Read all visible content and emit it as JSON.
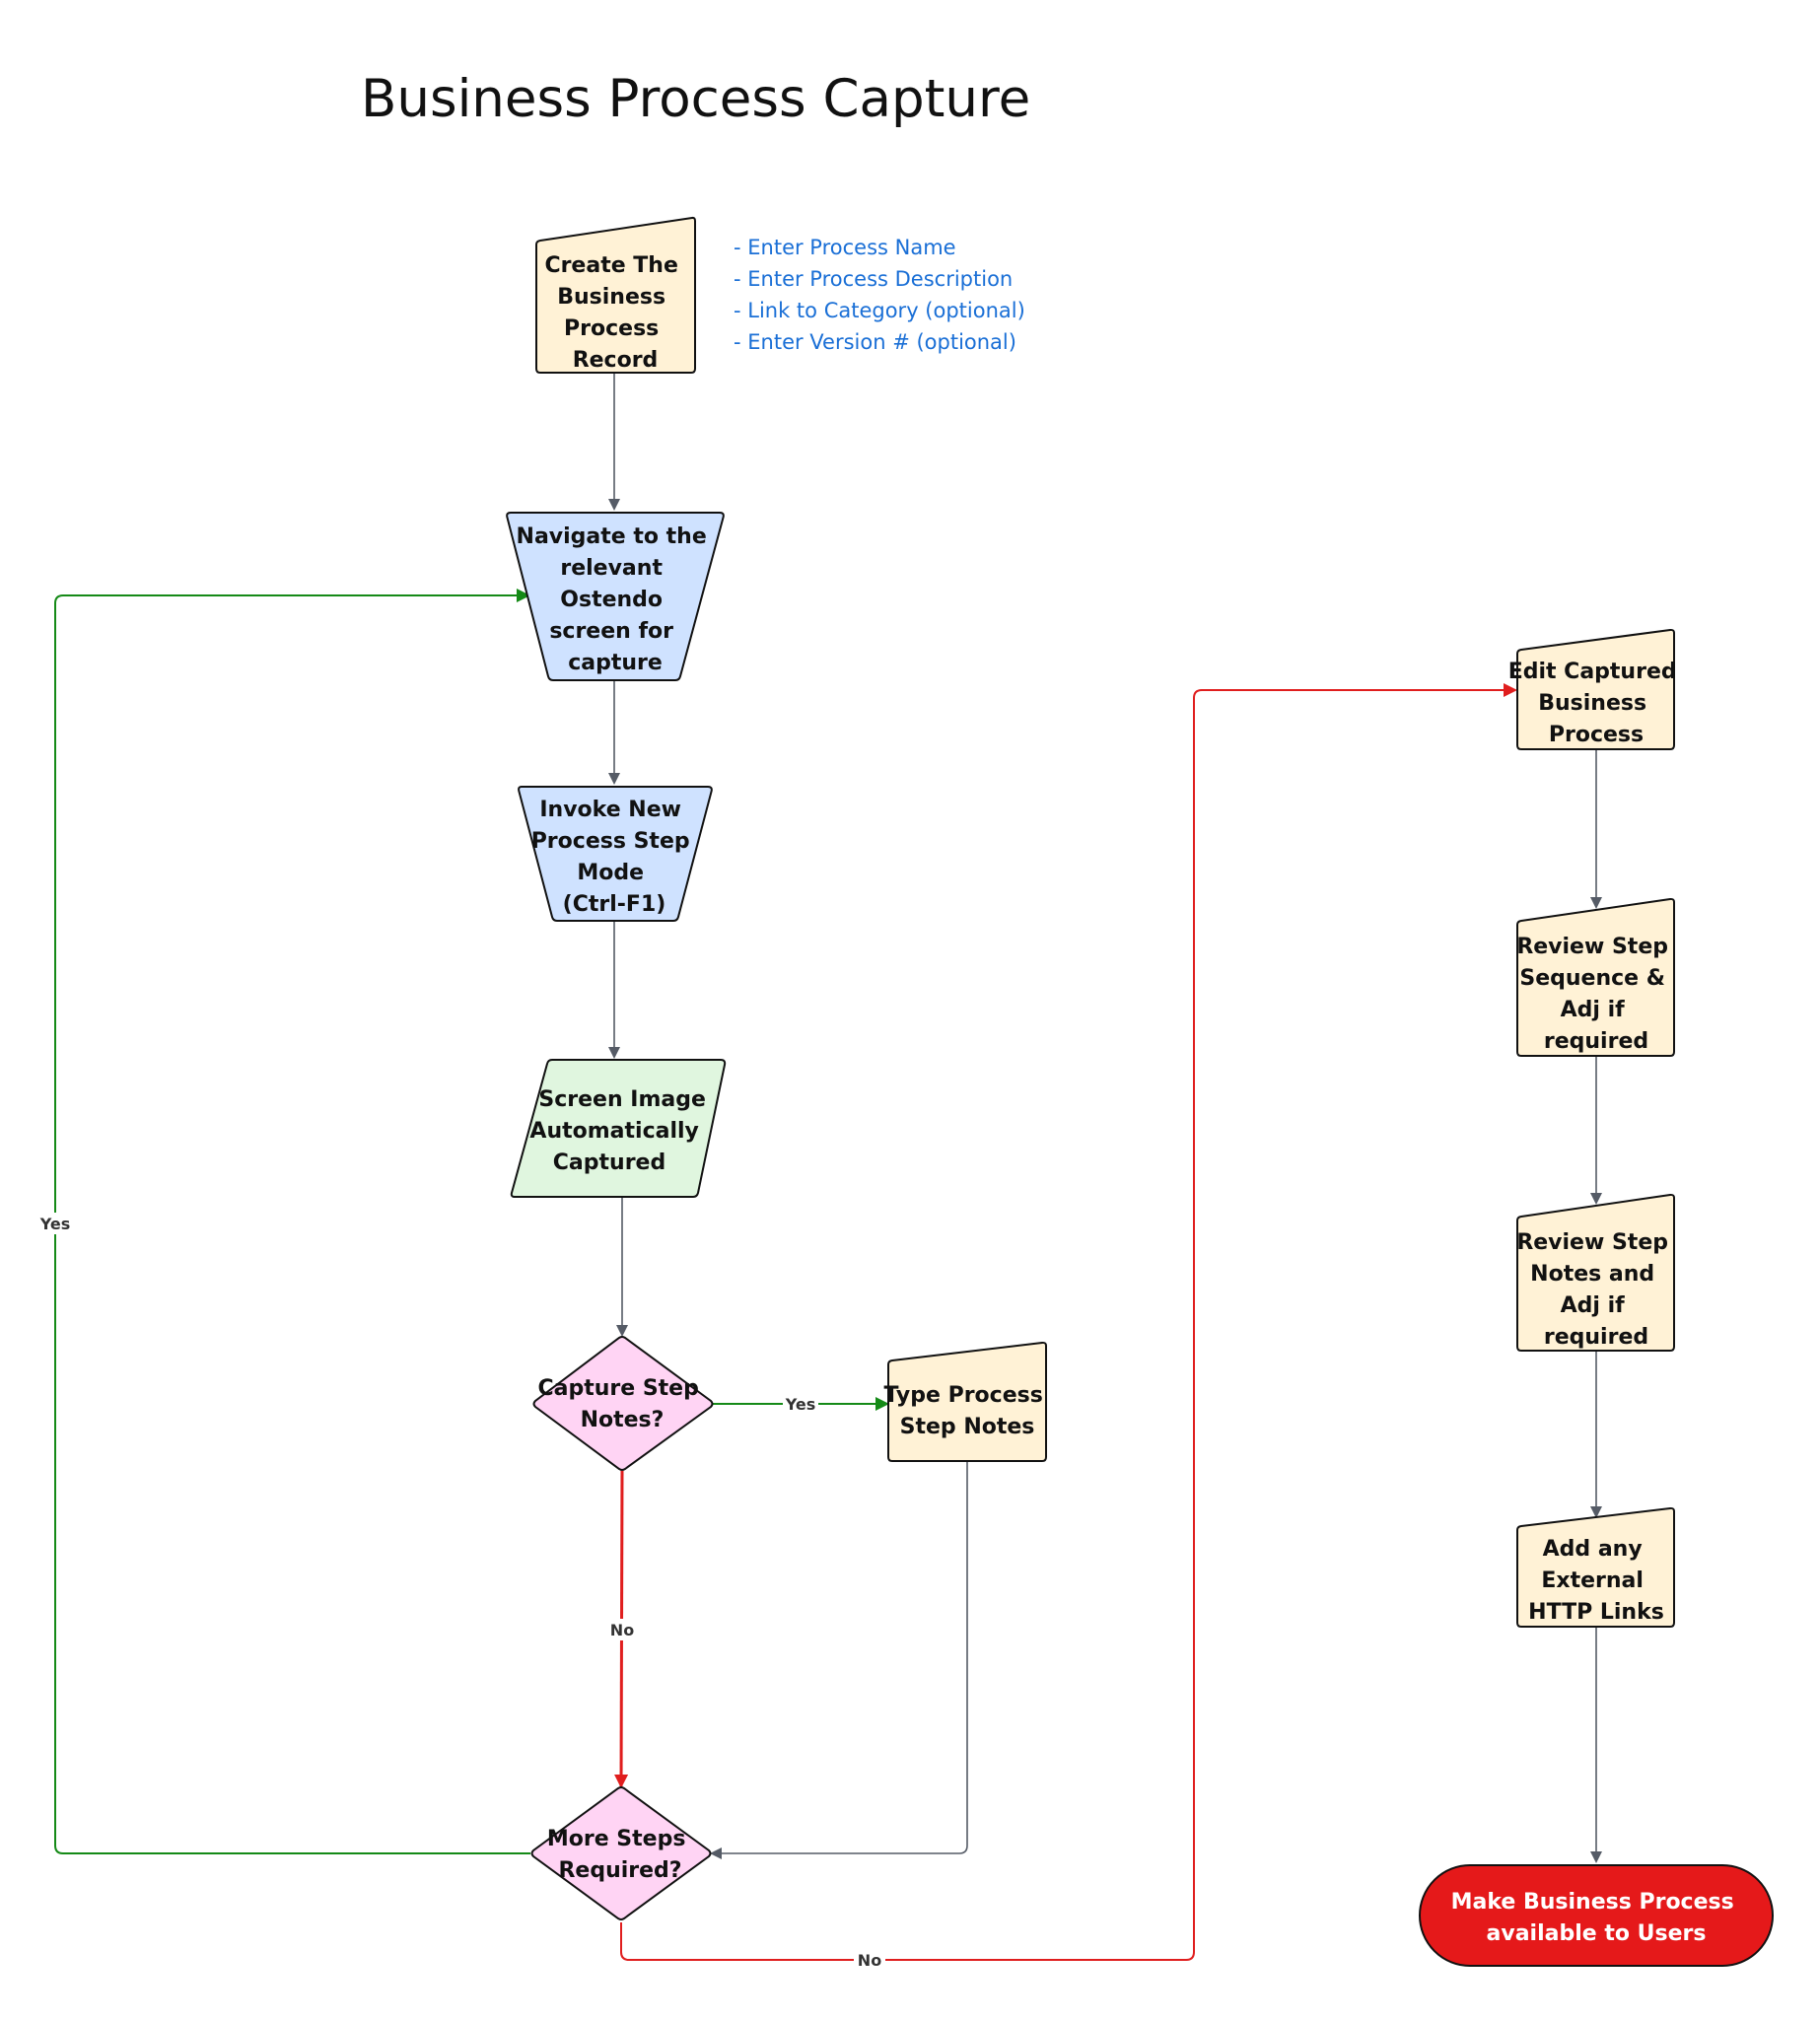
{
  "title": "Business Process Capture",
  "colors": {
    "record_fill": "#fff2d6",
    "screen_fill": "#cfe2ff",
    "capture_fill": "#e0f6df",
    "decision_fill": "#ffd4f4",
    "terminal_fill": "#e5191a",
    "edge_gray": "#555b66",
    "edge_green": "#158a17",
    "edge_red": "#e01e1e",
    "note_blue": "#1a6fd6"
  },
  "notes": [
    "- Enter Process Name",
    "- Enter Process Description",
    "- Link to Category (optional)",
    "- Enter Version # (optional)"
  ],
  "nodes": {
    "create_record": [
      "Create The",
      "Business",
      "Process",
      "Record"
    ],
    "navigate": [
      "Navigate to the",
      "relevant",
      "Ostendo",
      "screen for",
      "capture"
    ],
    "invoke": [
      "Invoke New",
      "Process Step",
      "Mode",
      "(Ctrl-F1)"
    ],
    "screen_capture": [
      "Screen Image",
      "Automatically",
      "Captured"
    ],
    "capture_notes_decision": [
      "Capture Step",
      "Notes?"
    ],
    "type_notes": [
      "Type Process",
      "Step Notes"
    ],
    "more_steps_decision": [
      "More Steps",
      "Required?"
    ],
    "edit_process": [
      "Edit Captured",
      "Business",
      "Process"
    ],
    "review_sequence": [
      "Review Step",
      "Sequence &",
      "Adj if",
      "required"
    ],
    "review_notes": [
      "Review Step",
      "Notes and",
      "Adj if",
      "required"
    ],
    "add_links": [
      "Add any",
      "External",
      "HTTP Links"
    ],
    "make_available": [
      "Make Business Process",
      "available to Users"
    ]
  },
  "edge_labels": {
    "loop_yes": "Yes",
    "notes_yes": "Yes",
    "notes_no": "No",
    "more_no": "No"
  }
}
